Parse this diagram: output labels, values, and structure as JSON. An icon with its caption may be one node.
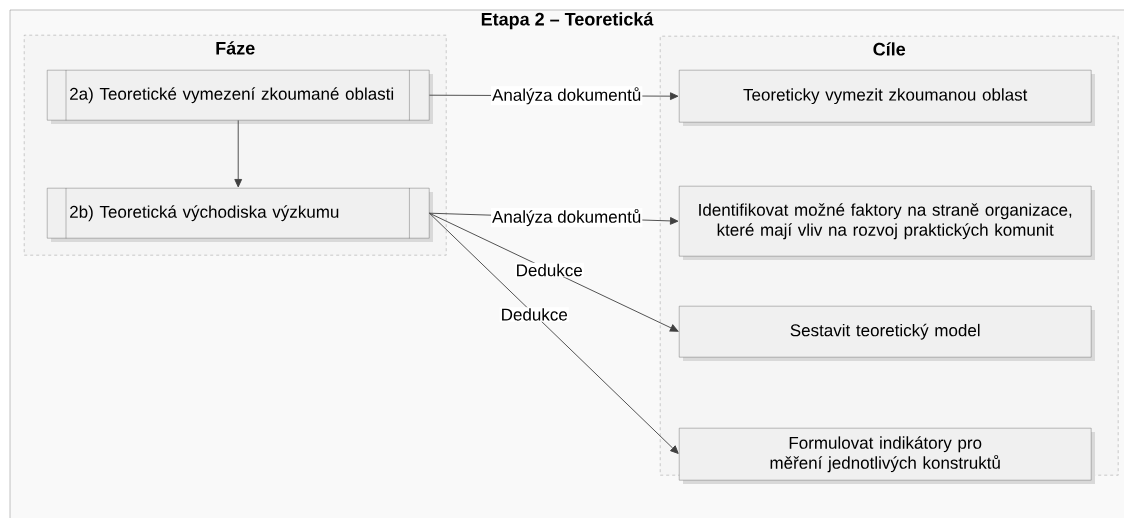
{
  "diagram": {
    "nodes": [
      {
        "text": [
          "Etapa 2 – Teoretická"
        ]
      },
      {
        "text": [
          "Fáze"
        ],
        "in": 0
      },
      {
        "text": [
          "2a) Teoretické vymezení zkoumané oblasti"
        ],
        "in": 1
      },
      {
        "text": [
          "2b) Teoretická východiska výzkumu"
        ],
        "in": 1
      },
      {
        "text": [
          "Cíle"
        ],
        "in": 0
      },
      {
        "text": [
          "Teoreticky vymezit zkoumanou oblast"
        ],
        "in": 4
      },
      {
        "text": [
          "Identifikovat možné faktory na straně organizace, které mají vliv na rozvoj praktických komunit"
        ],
        "in": 4
      },
      {
        "text": [
          "Sestavit teoretický model"
        ],
        "in": 4
      },
      {
        "text": [
          "Formulovat indikátory pro měření jednotlivých konstruktů"
        ],
        "in": 4
      }
    ],
    "edges": [
      {
        "from": 2,
        "to": 3,
        "arrow": "to"
      },
      {
        "from": 2,
        "to": 5,
        "arrow": "to",
        "label": "Analýza dokumentů"
      },
      {
        "from": 3,
        "to": 6,
        "arrow": "to",
        "label": "Analýza dokumentů"
      },
      {
        "from": 3,
        "to": 7,
        "arrow": "to",
        "label": "Dedukce"
      },
      {
        "from": 3,
        "to": 8,
        "arrow": "to",
        "label": "Dedukce"
      }
    ]
  }
}
